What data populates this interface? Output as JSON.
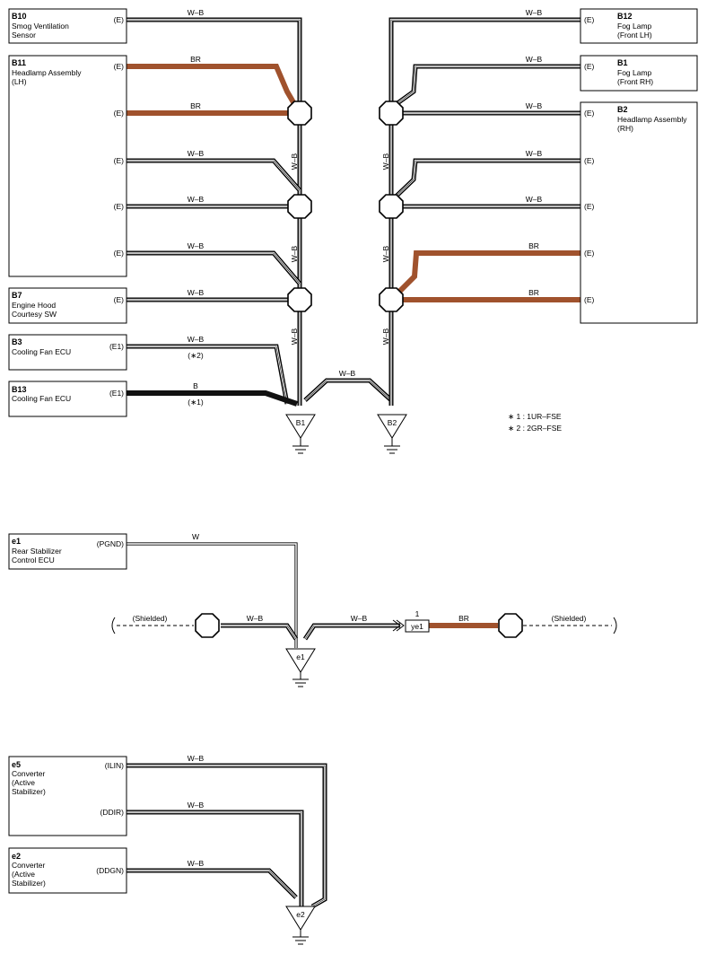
{
  "components": {
    "b10": {
      "code": "B10",
      "line1": "Smog Ventilation",
      "line2": "Sensor",
      "line3": "",
      "pin": "(E)"
    },
    "b11": {
      "code": "B11",
      "line1": "Headlamp Assembly",
      "line2": "(LH)",
      "line3": "",
      "pins": [
        "(E)",
        "(E)",
        "(E)",
        "(E)",
        "(E)"
      ]
    },
    "b7": {
      "code": "B7",
      "line1": "Engine Hood",
      "line2": "Courtesy SW",
      "line3": "",
      "pin": "(E)"
    },
    "b3": {
      "code": "B3",
      "line1": "Cooling Fan ECU",
      "line2": "",
      "line3": "",
      "pin": "(E1)"
    },
    "b13": {
      "code": "B13",
      "line1": "Cooling Fan ECU",
      "line2": "",
      "line3": "",
      "pin": "(E1)"
    },
    "b12": {
      "code": "B12",
      "line1": "Fog Lamp",
      "line2": "(Front LH)",
      "line3": "",
      "pin": "(E)"
    },
    "b1": {
      "code": "B1",
      "line1": "Fog Lamp",
      "line2": "(Front RH)",
      "line3": "",
      "pin": "(E)"
    },
    "b2": {
      "code": "B2",
      "line1": "Headlamp Assembly",
      "line2": "(RH)",
      "line3": "",
      "pins": [
        "(E)",
        "(E)",
        "(E)",
        "(E)",
        "(E)"
      ]
    },
    "e1": {
      "code": "e1",
      "line1": "Rear Stabilizer",
      "line2": "Control ECU",
      "line3": "",
      "pin": "(PGND)"
    },
    "e5": {
      "code": "e5",
      "line1": "Converter",
      "line2": "(Active",
      "line3": "Stabilizer)",
      "pins": [
        "(ILIN)",
        "(DDIR)"
      ]
    },
    "e2": {
      "code": "e2",
      "line1": "Converter",
      "line2": "(Active",
      "line3": "Stabilizer)",
      "pin": "(DDGN)"
    }
  },
  "wires": {
    "wb": "W–B",
    "br": "BR",
    "b": "B",
    "w": "W"
  },
  "markers": {
    "b13_variant": "(∗1)",
    "b3_variant": "(∗2)"
  },
  "grounds": {
    "b1": "B1",
    "b2": "B2",
    "e1": "e1",
    "e2": "e2"
  },
  "connector": {
    "id": "ye1",
    "pin": "1"
  },
  "shielded": "(Shielded)",
  "notes": {
    "n1": "∗ 1 : 1UR–FSE",
    "n2": "∗ 2 : 2GR–FSE"
  }
}
